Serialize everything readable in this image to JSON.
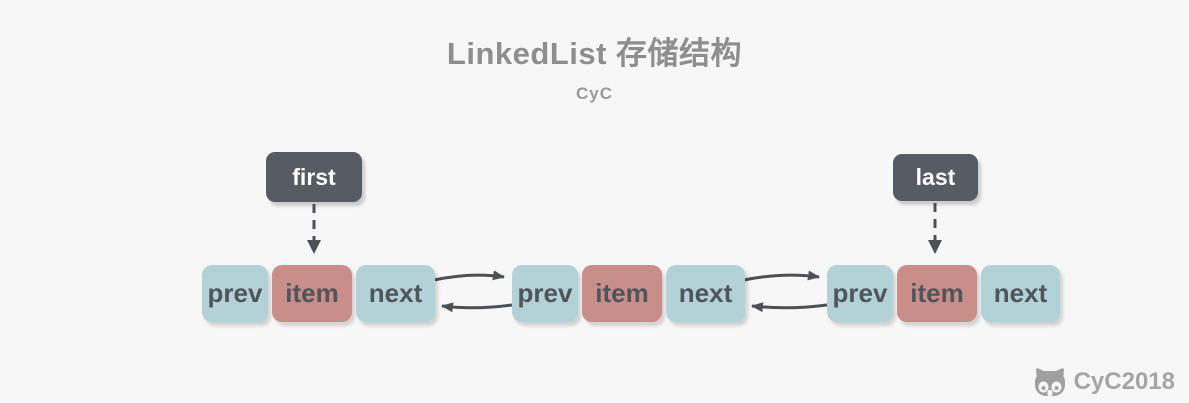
{
  "title": "LinkedList 存储结构",
  "subtitle": "CyC",
  "pointers": {
    "first": "first",
    "last": "last"
  },
  "nodes": [
    {
      "prev": "prev",
      "item": "item",
      "next": "next"
    },
    {
      "prev": "prev",
      "item": "item",
      "next": "next"
    },
    {
      "prev": "prev",
      "item": "item",
      "next": "next"
    }
  ],
  "watermark": {
    "text": "CyC2018",
    "icon": "cat-logo-icon"
  },
  "colors": {
    "background": "#f7f7f7",
    "title_text": "#8e8e8e",
    "subtitle_text": "#9a9a9a",
    "pointer_box": "#575c64",
    "pointer_text": "#ffffff",
    "link_cell": "#b3d2d8",
    "data_cell": "#c98d8a",
    "cell_text": "#4f555b",
    "arrow": "#4d5156",
    "watermark_text": "#a5a5a5"
  }
}
